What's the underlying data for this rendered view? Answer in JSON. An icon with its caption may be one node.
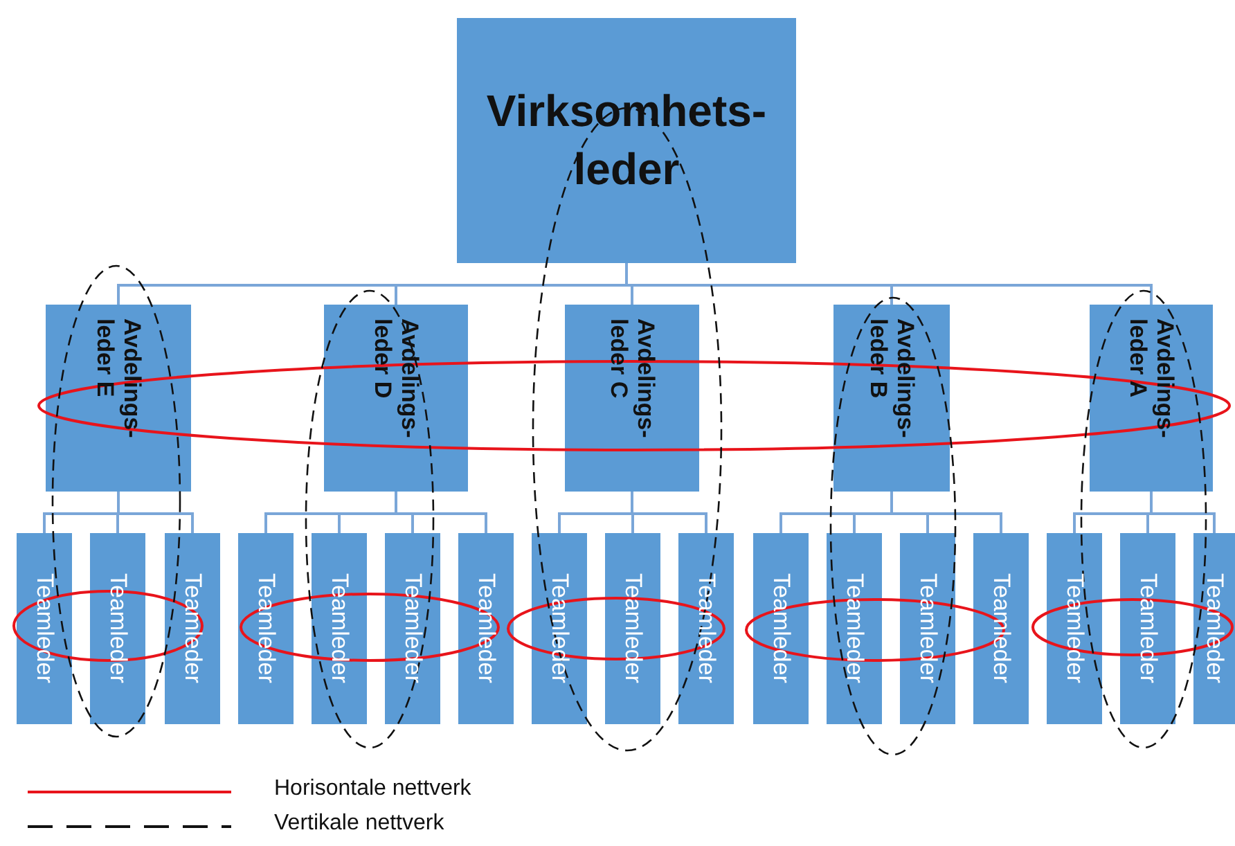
{
  "diagram": {
    "nodes": [
      {
        "text": [
          "Virksomhets- leder"
        ]
      },
      {
        "text": [
          "Avdelings- leder E"
        ]
      },
      {
        "text": [
          "Avdelings- leder D"
        ]
      },
      {
        "text": [
          "Avdelings- leder C"
        ]
      },
      {
        "text": [
          "Avdelings- leder B"
        ]
      },
      {
        "text": [
          "Avdelings- leder A"
        ]
      },
      {
        "text": [
          "Teamleder"
        ]
      },
      {
        "text": [
          "Teamleder"
        ]
      },
      {
        "text": [
          "Teamleder"
        ]
      },
      {
        "text": [
          "Teamleder"
        ]
      },
      {
        "text": [
          "Teamleder"
        ]
      },
      {
        "text": [
          "Teamleder"
        ]
      },
      {
        "text": [
          "Teamleder"
        ]
      },
      {
        "text": [
          "Teamleder"
        ]
      },
      {
        "text": [
          "Teamleder"
        ]
      },
      {
        "text": [
          "Teamleder"
        ]
      },
      {
        "text": [
          "Teamleder"
        ]
      },
      {
        "text": [
          "Teamleder"
        ]
      },
      {
        "text": [
          "Teamleder"
        ]
      },
      {
        "text": [
          "Teamleder"
        ]
      },
      {
        "text": [
          "Teamleder"
        ]
      },
      {
        "text": [
          "Teamleder"
        ]
      },
      {
        "text": [
          "Teamleder"
        ]
      }
    ],
    "edges": [
      {
        "from": 0,
        "to": 1,
        "arrow": "none"
      },
      {
        "from": 0,
        "to": 2,
        "arrow": "none"
      },
      {
        "from": 0,
        "to": 3,
        "arrow": "none"
      },
      {
        "from": 0,
        "to": 4,
        "arrow": "none"
      },
      {
        "from": 0,
        "to": 5,
        "arrow": "none"
      },
      {
        "from": 1,
        "to": 6,
        "arrow": "none"
      },
      {
        "from": 1,
        "to": 7,
        "arrow": "none"
      },
      {
        "from": 1,
        "to": 8,
        "arrow": "none"
      },
      {
        "from": 2,
        "to": 9,
        "arrow": "none"
      },
      {
        "from": 2,
        "to": 10,
        "arrow": "none"
      },
      {
        "from": 2,
        "to": 11,
        "arrow": "none"
      },
      {
        "from": 2,
        "to": 12,
        "arrow": "none"
      },
      {
        "from": 3,
        "to": 13,
        "arrow": "none"
      },
      {
        "from": 3,
        "to": 14,
        "arrow": "none"
      },
      {
        "from": 3,
        "to": 15,
        "arrow": "none"
      },
      {
        "from": 4,
        "to": 16,
        "arrow": "none"
      },
      {
        "from": 4,
        "to": 17,
        "arrow": "none"
      },
      {
        "from": 4,
        "to": 18,
        "arrow": "none"
      },
      {
        "from": 4,
        "to": 19,
        "arrow": "none"
      },
      {
        "from": 5,
        "to": 20,
        "arrow": "none"
      },
      {
        "from": 5,
        "to": 21,
        "arrow": "none"
      },
      {
        "from": 5,
        "to": 22,
        "arrow": "none"
      }
    ],
    "legend": [
      {
        "text": "Horisontale nettverk"
      },
      {
        "text": "Vertikale nettverk"
      }
    ]
  }
}
